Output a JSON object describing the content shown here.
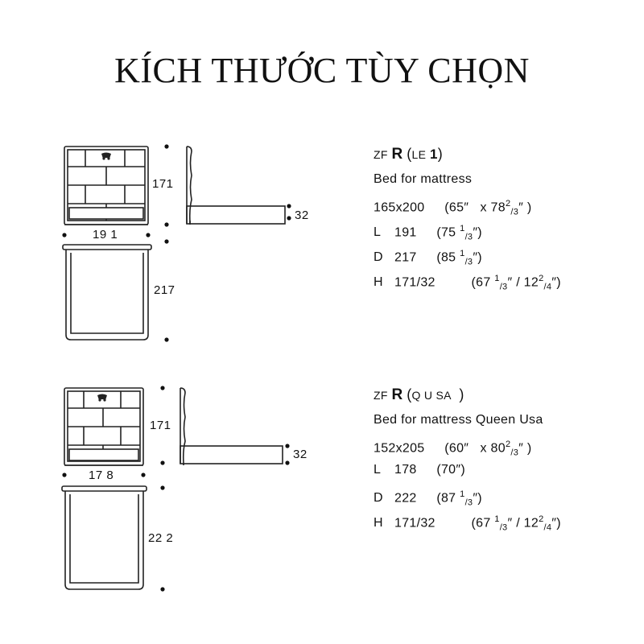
{
  "page": {
    "title": "KÍCH THƯỚC TÙY CHỌN"
  },
  "products": [
    {
      "code_prefix": "ZF",
      "code_letter": "R",
      "code_open": "(",
      "code_suffix": "LE",
      "code_number": "1",
      "code_close": ")",
      "description": "Bed for mattress",
      "mattress_size": "165x200",
      "mattress_inch_a": "(65″",
      "mattress_inch_b_prefix": "x 78",
      "mattress_inch_b_num": "2",
      "mattress_inch_b_den": "/3",
      "mattress_inch_b_end": "″ )",
      "length_label": "L",
      "length_value": "191",
      "length_inch": "(75",
      "length_inch_num": "1",
      "length_inch_den": "/3",
      "length_inch_end": "″)",
      "depth_label": "D",
      "depth_value": "217",
      "depth_inch": "(85",
      "depth_inch_num": "1",
      "depth_inch_den": "/3",
      "depth_inch_end": "″)",
      "height_label": "H",
      "height_value": "171/32",
      "height_inch": "(67",
      "height_inch_num": "1",
      "height_inch_den": "/3",
      "height_inch_mid": "″ / 12",
      "height_inch_num2": "2",
      "height_inch_den2": "/4",
      "height_inch_end": "″)",
      "dims": {
        "height": "171",
        "foot_height": "32",
        "width": "19 1",
        "depth": "217"
      }
    },
    {
      "code_prefix": "ZF",
      "code_letter": "R",
      "code_open": "(",
      "code_suffix": "Q U SA",
      "code_number": "",
      "code_close": ")",
      "description": "Bed for mattress Queen Usa",
      "mattress_size": "152x205",
      "mattress_inch_a": "(60″",
      "mattress_inch_b_prefix": "x 80",
      "mattress_inch_b_num": "2",
      "mattress_inch_b_den": "/3",
      "mattress_inch_b_end": "″ )",
      "length_label": "L",
      "length_value": "178",
      "length_inch": "(70″)",
      "depth_label": "D",
      "depth_value": "222",
      "depth_inch": "(87",
      "depth_inch_num": "1",
      "depth_inch_den": "/3",
      "depth_inch_end": "″)",
      "height_label": "H",
      "height_value": "171/32",
      "height_inch": "(67",
      "height_inch_num": "1",
      "height_inch_den": "/3",
      "height_inch_mid": "″ / 12",
      "height_inch_num2": "2",
      "height_inch_den2": "/4",
      "height_inch_end": "″)",
      "dims": {
        "height": "171",
        "foot_height": "32",
        "width": "17 8",
        "depth": "22 2"
      }
    }
  ]
}
